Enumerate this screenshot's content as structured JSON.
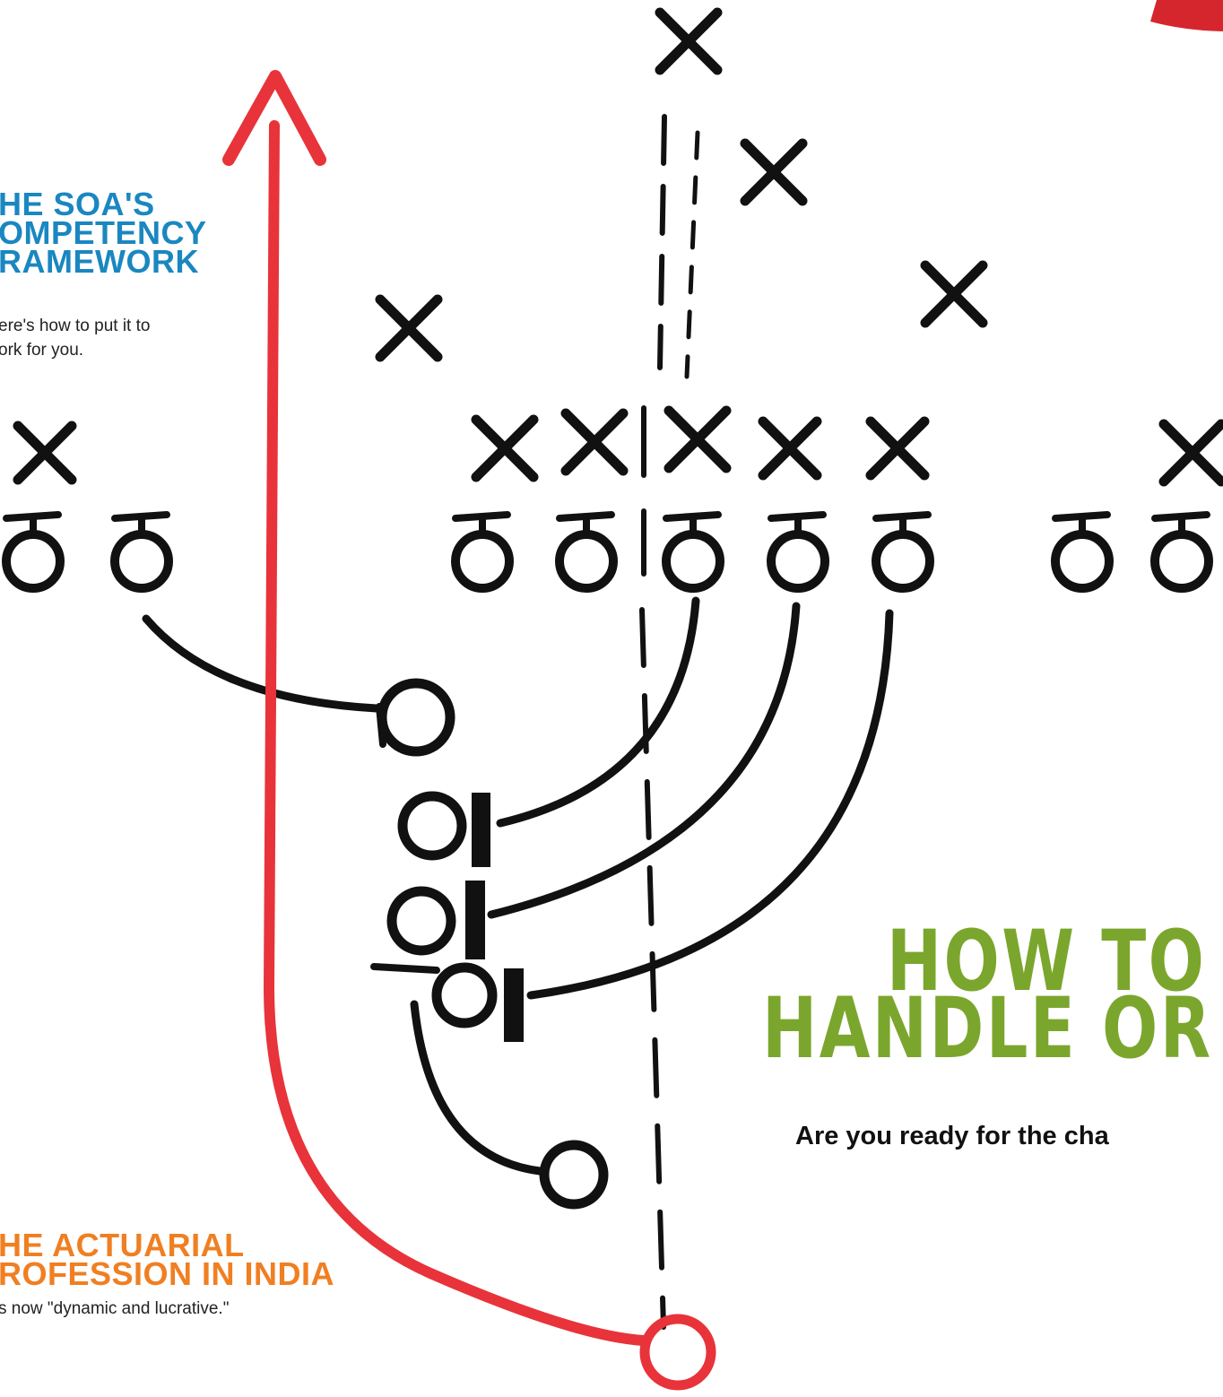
{
  "article_1": {
    "title_lines": [
      "HE SOA'S",
      "OMPETENCY",
      "RAMEWORK"
    ],
    "description_lines": [
      "ere's how to put it to",
      "ork for you."
    ]
  },
  "article_2": {
    "title_lines": [
      "HE ACTUARIAL",
      "ROFESSION IN INDIA"
    ],
    "description": "s now \"dynamic and lucrative.\""
  },
  "headline": {
    "lines": [
      "HOW TO",
      "HANDLE OR"
    ],
    "subtitle": "Are you ready for the cha"
  },
  "colors": {
    "ink": "#111111",
    "arrow": "#e8333a",
    "article_1_title": "#1a87c0",
    "article_2_title": "#f07f22",
    "headline": "#7ba62d",
    "corner_badge": "#d6262d"
  },
  "graphic": {
    "description_icon": "football-play-diagram-icon",
    "corner_icon": "red-badge-icon"
  }
}
